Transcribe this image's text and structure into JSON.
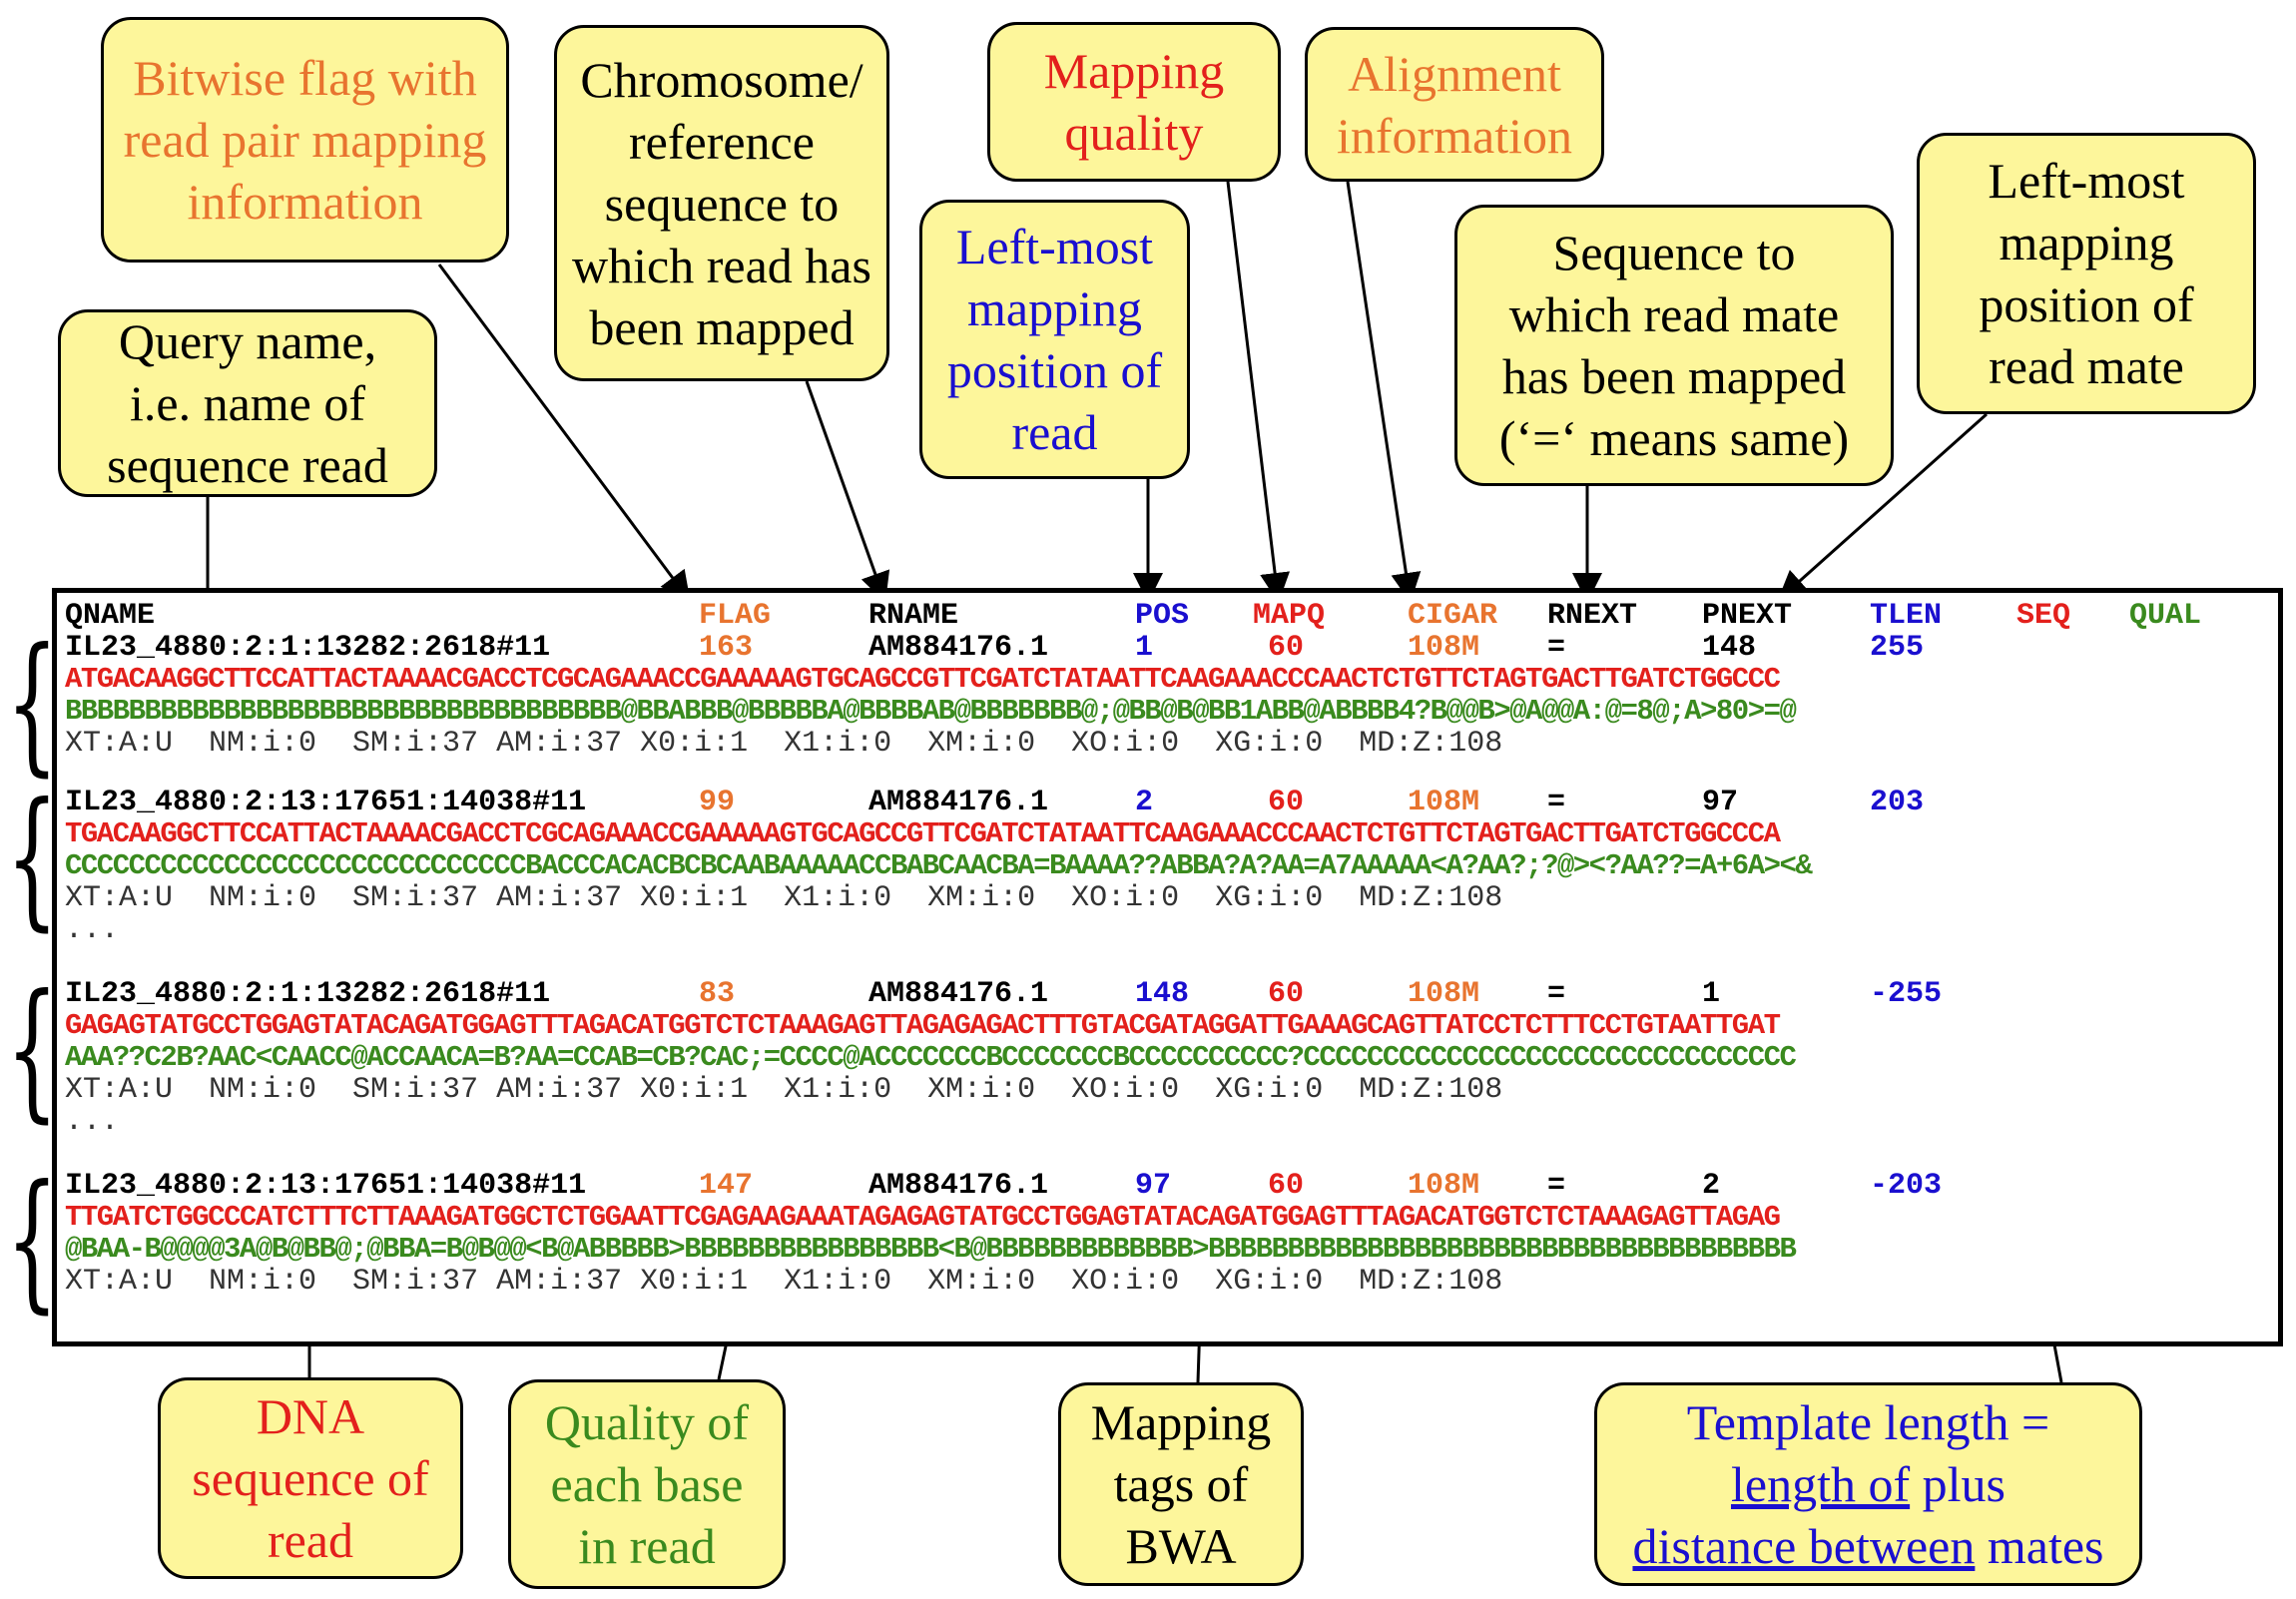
{
  "callouts": {
    "flag": [
      "Bitwise flag with",
      "read pair mapping",
      "information"
    ],
    "rname": [
      "Chromosome/",
      "reference",
      "sequence to",
      "which read has",
      "been mapped"
    ],
    "mapq": [
      "Mapping",
      "quality"
    ],
    "cigar": [
      "Alignment",
      "information"
    ],
    "qname": [
      "Query name,",
      "i.e. name of",
      "sequence read"
    ],
    "pos": [
      "Left-most",
      "mapping",
      "position of",
      "read"
    ],
    "rnext": [
      "Sequence to",
      "which read mate",
      "has been mapped",
      "(‘=‘ means same)"
    ],
    "pnext": [
      "Left-most",
      "mapping",
      "position of",
      "read mate"
    ],
    "seq": [
      "DNA",
      "sequence of",
      "read"
    ],
    "qual": [
      "Quality of",
      "each base",
      "in read"
    ],
    "tags": [
      "Mapping",
      "tags of",
      "BWA"
    ],
    "tlen": {
      "line1": "Template length =",
      "line2_u": "length of",
      "line2_rest": " plus",
      "line3_u": "distance between",
      "line3_rest": " mates"
    }
  },
  "header": [
    "QNAME",
    "FLAG",
    "RNAME",
    "POS",
    "MAPQ",
    "CIGAR",
    "RNEXT",
    "PNEXT",
    "TLEN",
    "SEQ",
    "QUAL"
  ],
  "records": [
    {
      "qname": "IL23_4880:2:1:13282:2618#11",
      "flag": "163",
      "rname": "AM884176.1",
      "pos": "1",
      "mapq": "60",
      "cigar": "108M",
      "rnext": "=",
      "pnext": "148",
      "tlen": "255",
      "seq": "ATGACAAGGCTTCCATTACTAAAACGACCTCGCAGAAACCGAAAAAGTGCAGCCGTTCGATCTATAATTCAAGAAACCCAACTCTGTTCTAGTGACTTGATCTGGCCC",
      "qual": "BBBBBBBBBBBBBBBBBBBBBBBBBBBBBBBBBBB@BBABBB@BBBBBA@BBBBAB@BBBBBBB@;@BB@B@BB1ABB@ABBBB4?B@@B>@A@@A:@=8@;A>80>=@",
      "tags": "XT:A:U  NM:i:0  SM:i:37 AM:i:37 X0:i:1  X1:i:0  XM:i:0  XO:i:0  XG:i:0  MD:Z:108",
      "dots": ""
    },
    {
      "qname": "IL23_4880:2:13:17651:14038#11",
      "flag": "99",
      "rname": "AM884176.1",
      "pos": "2",
      "mapq": "60",
      "cigar": "108M",
      "rnext": "=",
      "pnext": "97",
      "tlen": "203",
      "seq": "TGACAAGGCTTCCATTACTAAAACGACCTCGCAGAAACCGAAAAAGTGCAGCCGTTCGATCTATAATTCAAGAAACCCAACTCTGTTCTAGTGACTTGATCTGGCCCA",
      "qual": "CCCCCCCCCCCCCCCCCCCCCCCCCCCCCBACCCACACBCBCAABAAAAACCBABCAACBA=BAAAA??ABBA?A?AA=A7AAAAA<A?AA?;?@><?AA??=A+6A><&",
      "tags": "XT:A:U  NM:i:0  SM:i:37 AM:i:37 X0:i:1  X1:i:0  XM:i:0  XO:i:0  XG:i:0  MD:Z:108",
      "dots": "..."
    },
    {
      "qname": "IL23_4880:2:1:13282:2618#11",
      "flag": "83",
      "rname": "AM884176.1",
      "pos": "148",
      "mapq": "60",
      "cigar": "108M",
      "rnext": "=",
      "pnext": "1",
      "tlen": "-255",
      "seq": "GAGAGTATGCCTGGAGTATACAGATGGAGTTTAGACATGGTCTCTAAAGAGTTAGAGAGACTTTGTACGATAGGATTGAAAGCAGTTATCCTCTTTCCTGTAATTGAT",
      "qual": "AAA??C2B?AAC<CAACC@ACCAACA=B?AA=CCAB=CB?CAC;=CCCC@ACCCCCCCBCCCCCCCBCCCCCCCCCC?CCCCCCCCCCCCCCCCCCCCCCCCCCCCCCC",
      "tags": "XT:A:U  NM:i:0  SM:i:37 AM:i:37 X0:i:1  X1:i:0  XM:i:0  XO:i:0  XG:i:0  MD:Z:108",
      "dots": "..."
    },
    {
      "qname": "IL23_4880:2:13:17651:14038#11",
      "flag": "147",
      "rname": "AM884176.1",
      "pos": "97",
      "mapq": "60",
      "cigar": "108M",
      "rnext": "=",
      "pnext": "2",
      "tlen": "-203",
      "seq": "TTGATCTGGCCCATCTTTCTTAAAGATGGCTCTGGAATTCGAGAAGAAATAGAGAGTATGCCTGGAGTATACAGATGGAGTTTAGACATGGTCTCTAAAGAGTTAGAG",
      "qual": "@BAA-B@@@@3A@B@BB@;@BBA=B@B@@<B@ABBBBB>BBBBBBBBBBBBBBBB<B@BBBBBBBBBBBBB>BBBBBBBBBBBBBBBBBBBBBBBBBBBBBBBBBBBBB",
      "tags": "XT:A:U  NM:i:0  SM:i:37 AM:i:37 X0:i:1  X1:i:0  XM:i:0  XO:i:0  XG:i:0  MD:Z:108",
      "dots": ""
    }
  ],
  "brace": "{",
  "colors": {
    "callout_bg": "#fdf69b",
    "seq": "#e3201c",
    "qual": "#3a8a1e",
    "flag": "#e8742f",
    "pos": "#1a0fcf",
    "tags": "#333333"
  }
}
